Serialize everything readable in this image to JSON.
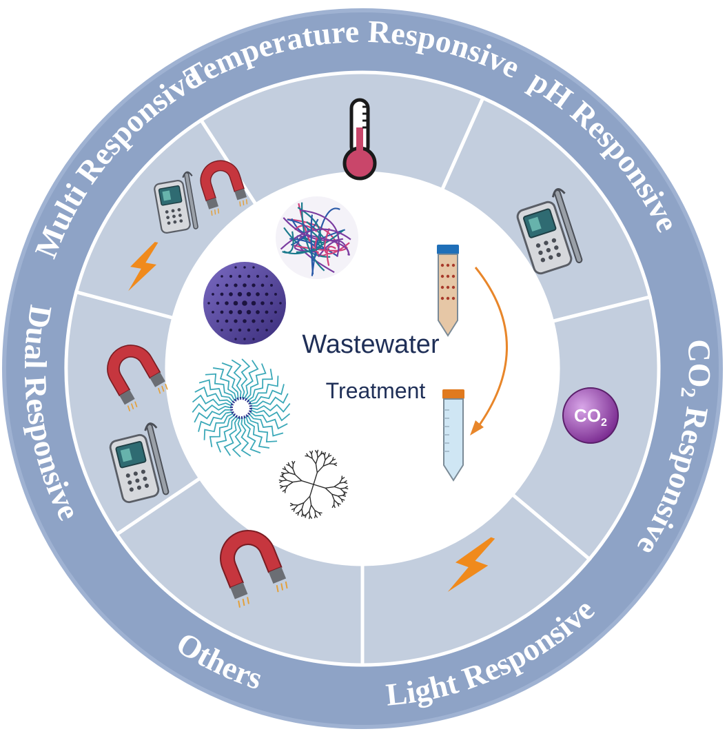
{
  "diagram": {
    "center": {
      "title_line1": "Wastewater",
      "title_line2": "Treatment"
    },
    "segments": [
      {
        "label": "Temperature Responsive",
        "icon": "thermometer-icon"
      },
      {
        "label": "pH Responsive",
        "icon": "ph-meter-icon"
      },
      {
        "label": "CO2 Responsive",
        "label_main": "CO",
        "label_sub": "2",
        "label_rest": " Responsive",
        "icon": "co2-bubble-icon",
        "icon_text_main": "CO",
        "icon_text_sub": "2"
      },
      {
        "label": "Light Responsive",
        "icon": "lightning-icon"
      },
      {
        "label": "Others",
        "icon": "magnet-icon"
      },
      {
        "label": "Dual Responsive",
        "icons": [
          "magnet-icon",
          "ph-meter-icon"
        ]
      },
      {
        "label": "Multi Responsive",
        "icons": [
          "ph-meter-icon",
          "magnet-icon",
          "lightning-icon"
        ]
      }
    ],
    "center_icons": [
      "dendrimer-icon",
      "porous-sphere-icon",
      "micelle-icon",
      "polymer-network-icon",
      "test-tube-dirty-icon",
      "test-tube-clean-icon",
      "arrow-icon"
    ],
    "colors": {
      "outer_ring": "#8ea3c6",
      "segment_fill": "#c3cede",
      "divider": "#ffffff",
      "center_fill": "#ffffff",
      "title": "#1f2f57",
      "lightning": "#f08a1c",
      "magnet_red": "#c6363e",
      "thermo_red": "#c9466a",
      "co2_purple": "#8b3a9e",
      "arrow": "#e8862a"
    }
  }
}
